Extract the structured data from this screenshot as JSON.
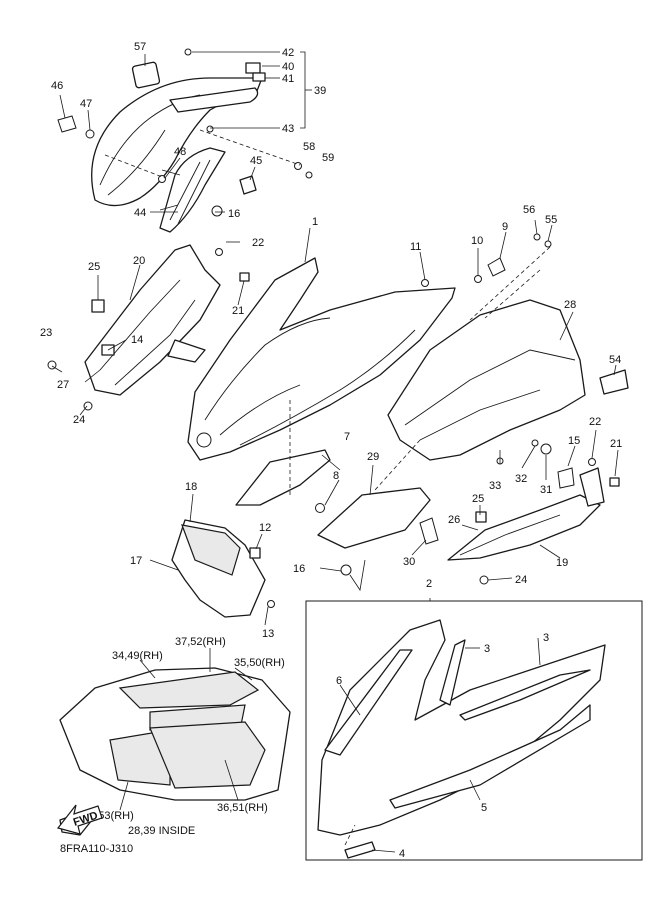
{
  "diagram_code": "8FRA110-J310",
  "note": "28,39 INSIDE",
  "fwd_label": "FWD",
  "callouts": [
    "1",
    "2",
    "3",
    "3",
    "4",
    "5",
    "6",
    "7",
    "8",
    "9",
    "10",
    "11",
    "12",
    "13",
    "14",
    "15",
    "16",
    "16",
    "17",
    "18",
    "19",
    "20",
    "21",
    "21",
    "22",
    "22",
    "23",
    "24",
    "24",
    "25",
    "25",
    "26",
    "27",
    "28",
    "29",
    "30",
    "31",
    "32",
    "33",
    "39",
    "40",
    "41",
    "42",
    "43",
    "44",
    "45",
    "46",
    "47",
    "48",
    "54",
    "55",
    "56",
    "57",
    "58",
    "59",
    "34,49(RH)",
    "37,52(RH)",
    "35,50(RH)",
    "38,53(RH)",
    "36,51(RH)"
  ]
}
